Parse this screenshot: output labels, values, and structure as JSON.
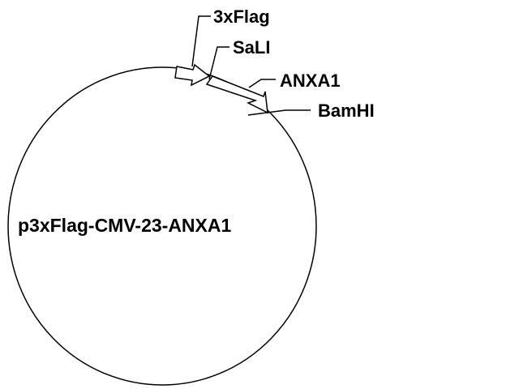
{
  "plasmid": {
    "name": "p3xFlag-CMV-23-ANXA1"
  },
  "features": {
    "flag_tag": "3xFlag",
    "sali_site": "SaLI",
    "insert": "ANXA1",
    "bamhi_site": "BamHI"
  },
  "colors": {
    "line": "#000000",
    "background": "#ffffff"
  }
}
